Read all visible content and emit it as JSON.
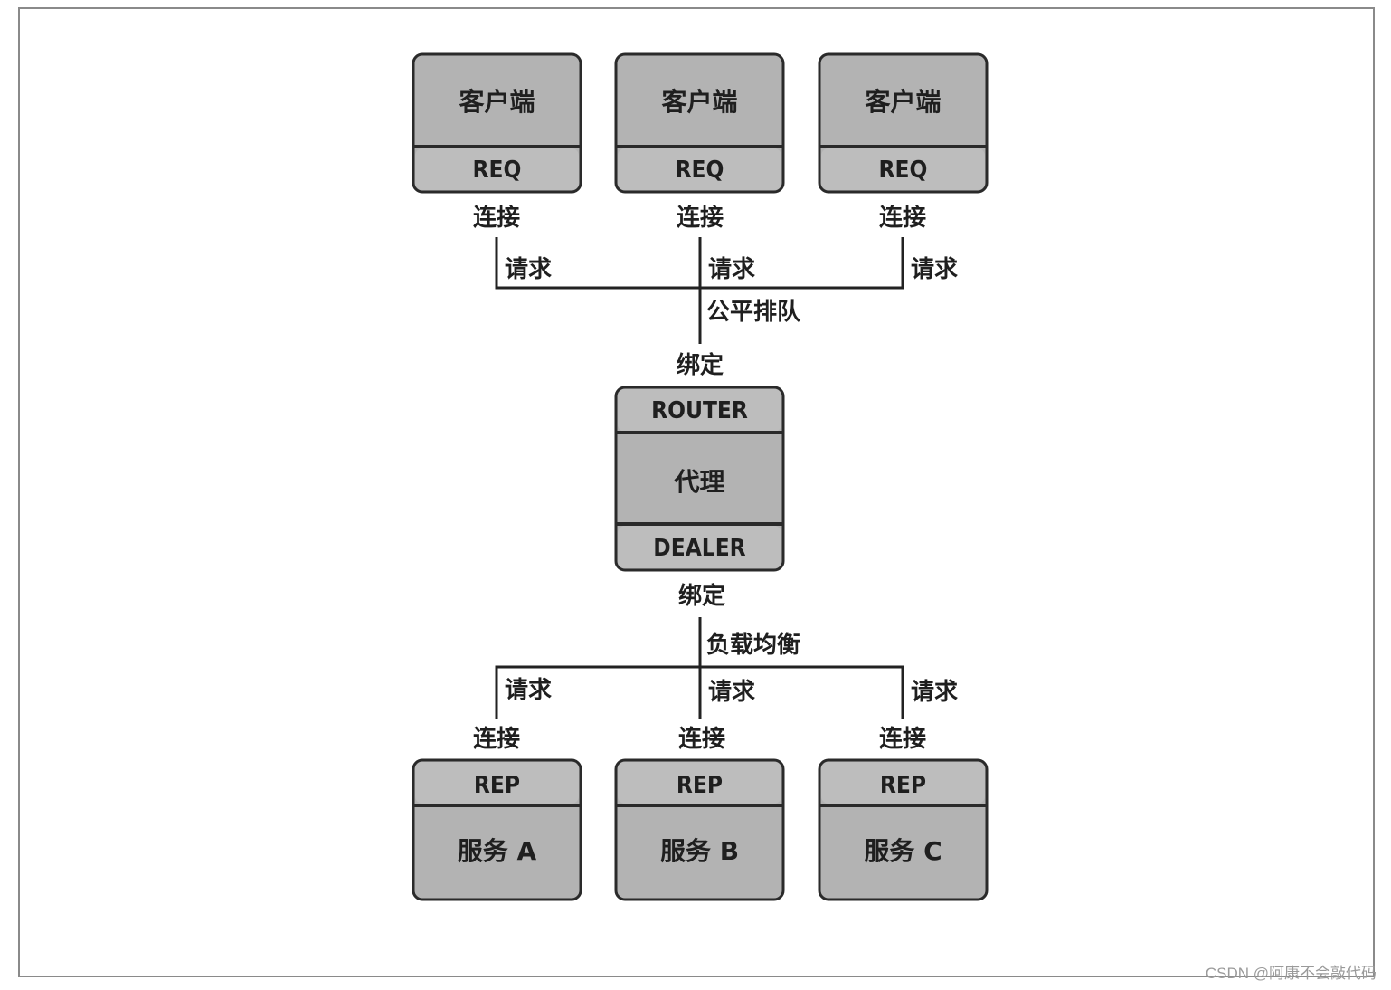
{
  "clients": [
    {
      "title": "客户端",
      "socket": "REQ",
      "connect_label": "连接",
      "request_label": "请求"
    },
    {
      "title": "客户端",
      "socket": "REQ",
      "connect_label": "连接",
      "request_label": "请求"
    },
    {
      "title": "客户端",
      "socket": "REQ",
      "connect_label": "连接",
      "request_label": "请求"
    }
  ],
  "fair_queue_label": "公平排队",
  "proxy": {
    "bind_top_label": "绑定",
    "front_socket": "ROUTER",
    "title": "代理",
    "back_socket": "DEALER",
    "bind_bottom_label": "绑定"
  },
  "load_balance_label": "负载均衡",
  "services": [
    {
      "socket": "REP",
      "title": "服务 A",
      "connect_label": "连接",
      "request_label": "请求"
    },
    {
      "socket": "REP",
      "title": "服务 B",
      "connect_label": "连接",
      "request_label": "请求"
    },
    {
      "socket": "REP",
      "title": "服务 C",
      "connect_label": "连接",
      "request_label": "请求"
    }
  ],
  "watermark": "CSDN @阿康不会敲代码",
  "colors": {
    "box_fill": "#b3b3b3",
    "stroke": "#2a2a2a",
    "text": "#1f1f1f"
  }
}
